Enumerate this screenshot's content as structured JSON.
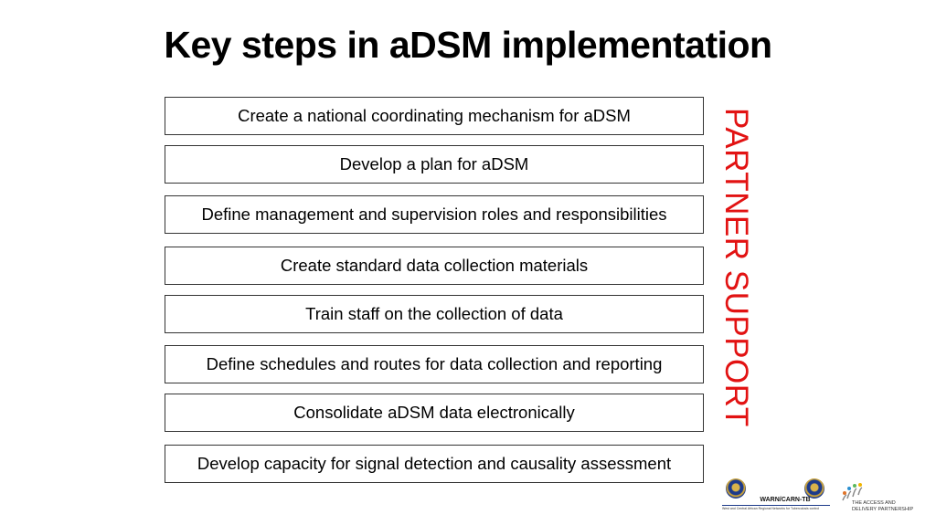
{
  "title": "Key steps in aDSM implementation",
  "steps": [
    "Create a national coordinating mechanism for aDSM",
    "Develop a plan for aDSM",
    "Define management and supervision roles and responsibilities",
    "Create standard data collection materials",
    "Train staff on the collection of data",
    "Define schedules and routes for data collection and reporting",
    "Consolidate aDSM data electronically",
    "Develop capacity for signal detection and causality assessment"
  ],
  "side_label": "PARTNER SUPPORT",
  "footer": {
    "warn_title": "WARN/CARN-TB",
    "warn_subtitle": "West and Central African Regional Networks for Tuberculosis control",
    "adp_line1": "THE ACCESS AND",
    "adp_line2": "DELIVERY PARTNERSHIP"
  },
  "colors": {
    "accent": "#e21212",
    "border": "#333333"
  },
  "icons": [
    "seal-icon",
    "adp-figures-icon"
  ]
}
